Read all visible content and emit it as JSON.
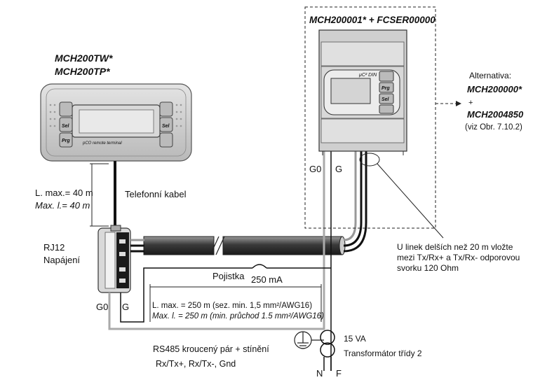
{
  "labels": {
    "terminal_model_1": "MCH200TW*",
    "terminal_model_2": "MCH200TP*",
    "controller_model": "MCH200001* + FCSER00000",
    "alt_title": "Alternativa:",
    "alt_model_1": "MCH200000*",
    "alt_plus": "+",
    "alt_model_2": "MCH2004850",
    "alt_ref": "(viz Obr. 7.10.2)",
    "len_max_a": "L. max.= 40 m",
    "len_max_b": "Max. l.= 40 m",
    "phone_cable": "Telefonní kabel",
    "rj12": "RJ12",
    "power": "Napájení",
    "g0_left": "G0",
    "g_left": "G",
    "g0_right": "G0",
    "g_right": "G",
    "fuse": "Pojistka",
    "fuse_value": "250 mA",
    "bus_len_1": "L. max. = 250 m (sez. min. 1,5 mm²/AWG16)",
    "bus_len_2": "Max. l. = 250 m (min. průchod     1.5 mm²/AWG16)",
    "note_1": "U linek delších než 20 m vložte",
    "note_2": "mezi Tx/Rx+ a Tx/Rx- odporovou",
    "note_3": "svorku 120 Ohm",
    "rs485_1": "RS485 kroucený pár + stínění",
    "rs485_2": "Rx/Tx+, Rx/Tx-, Gnd",
    "transformer_va": "15 VA",
    "transformer_class": "Transformátor třídy 2",
    "n": "N",
    "f": "F",
    "btn_sel_left": "Sel",
    "btn_prg_left": "Prg",
    "btn_sel_right": "Sel",
    "terminal_brand": "pCO remote terminal",
    "ctrl_brand": "μC² DIN",
    "ctrl_btn_prg": "Prg",
    "ctrl_btn_sel": "Sel"
  },
  "colors": {
    "panel_grey": "#cfcfcf",
    "cable_dark": "#4a4a4a",
    "wire_grey": "#aaaaaa"
  }
}
